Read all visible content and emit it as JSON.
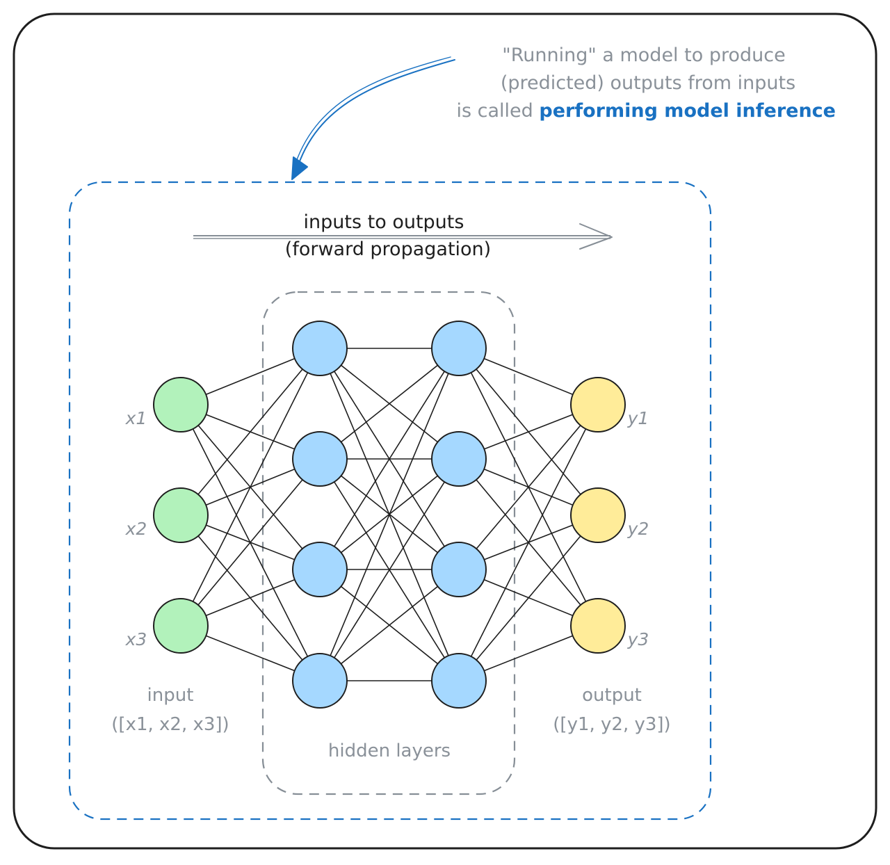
{
  "annotation": {
    "line1": "\"Running\" a model to produce",
    "line2": "(predicted) outputs from inputs",
    "line3_prefix": "is called ",
    "line3_highlight": "performing model inference"
  },
  "propagation": {
    "line1": "inputs to outputs",
    "line2": "(forward propagation)"
  },
  "layers": {
    "input_label": "input",
    "input_vector": "([x1, x2, x3])",
    "hidden_label": "hidden layers",
    "output_label": "output",
    "output_vector": "([y1, y2, y3])"
  },
  "nodes": {
    "inputs": [
      "x1",
      "x2",
      "x3"
    ],
    "outputs": [
      "y1",
      "y2",
      "y3"
    ]
  },
  "colors": {
    "input_fill": "#b2f2bb",
    "hidden_fill": "#a5d8ff",
    "output_fill": "#ffec99",
    "accent_blue": "#1971c2",
    "muted_grey": "#868e96",
    "stroke": "#1e1e1e"
  }
}
